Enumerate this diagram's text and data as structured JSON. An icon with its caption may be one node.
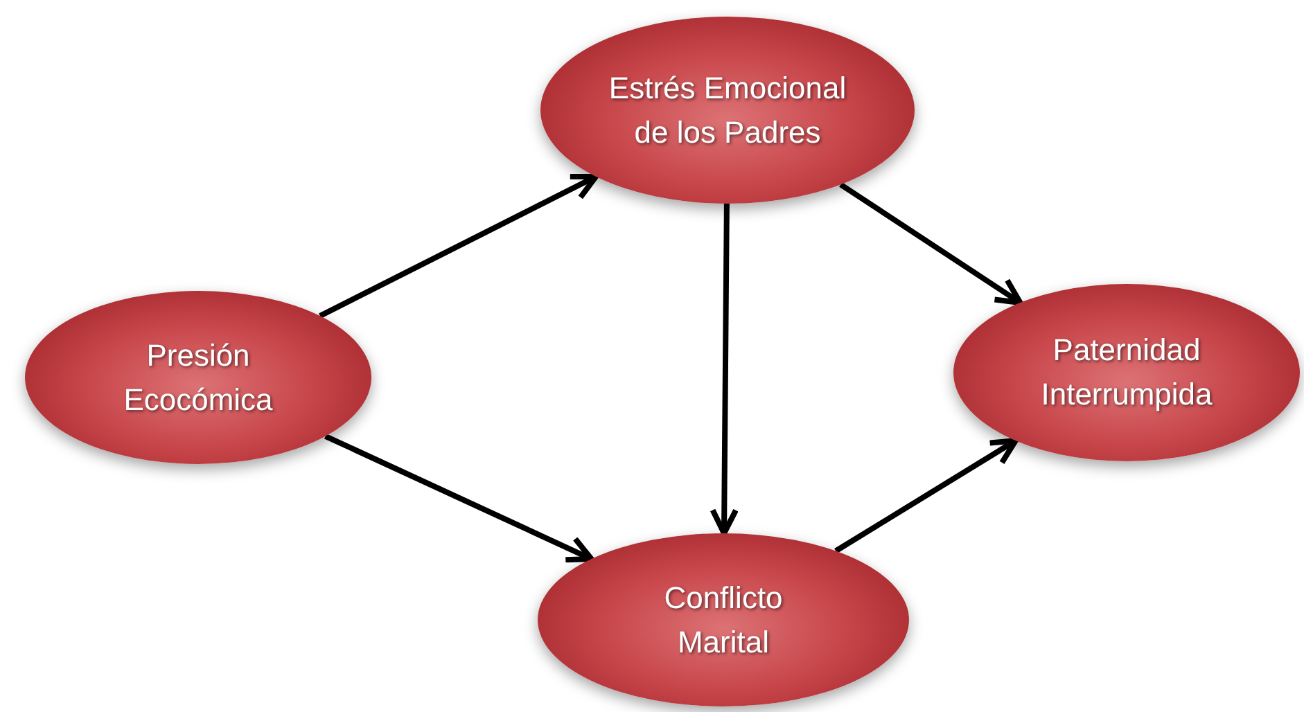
{
  "diagram": {
    "nodes": [
      {
        "text": [
          "Presión Ecocómica"
        ]
      },
      {
        "text": [
          "Estrés Emocional de los Padres"
        ]
      },
      {
        "text": [
          "Conflicto Marital"
        ]
      },
      {
        "text": [
          "Paternidad Interrumpida"
        ]
      }
    ],
    "edges": [
      {
        "from": 0,
        "to": 1,
        "arrow": "to"
      },
      {
        "from": 0,
        "to": 2,
        "arrow": "to"
      },
      {
        "from": 1,
        "to": 2,
        "arrow": "to"
      },
      {
        "from": 1,
        "to": 3,
        "arrow": "to"
      },
      {
        "from": 2,
        "to": 3,
        "arrow": "to"
      }
    ]
  }
}
